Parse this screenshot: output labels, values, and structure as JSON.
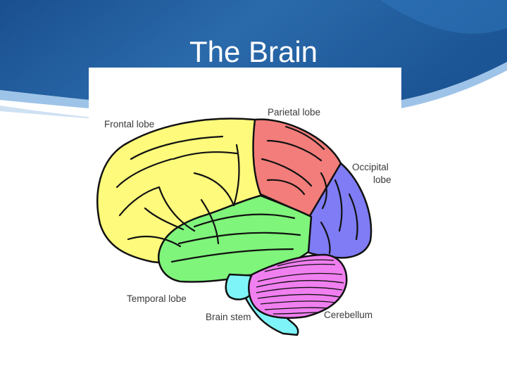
{
  "slide": {
    "title": "The Brain"
  },
  "diagram": {
    "labels": {
      "frontal": "Frontal lobe",
      "parietal": "Parietal lobe",
      "occipital_line1": "Occipital",
      "occipital_line2": "lobe",
      "temporal": "Temporal lobe",
      "brain_stem": "Brain stem",
      "cerebellum": "Cerebellum"
    },
    "colors": {
      "frontal": "#fdfa7c",
      "parietal": "#f27d7a",
      "occipital": "#7f7cf5",
      "temporal": "#7ff57b",
      "cerebellum": "#f07ff0",
      "brain_stem": "#7ff4f8",
      "header": "#1f5b9c"
    }
  }
}
